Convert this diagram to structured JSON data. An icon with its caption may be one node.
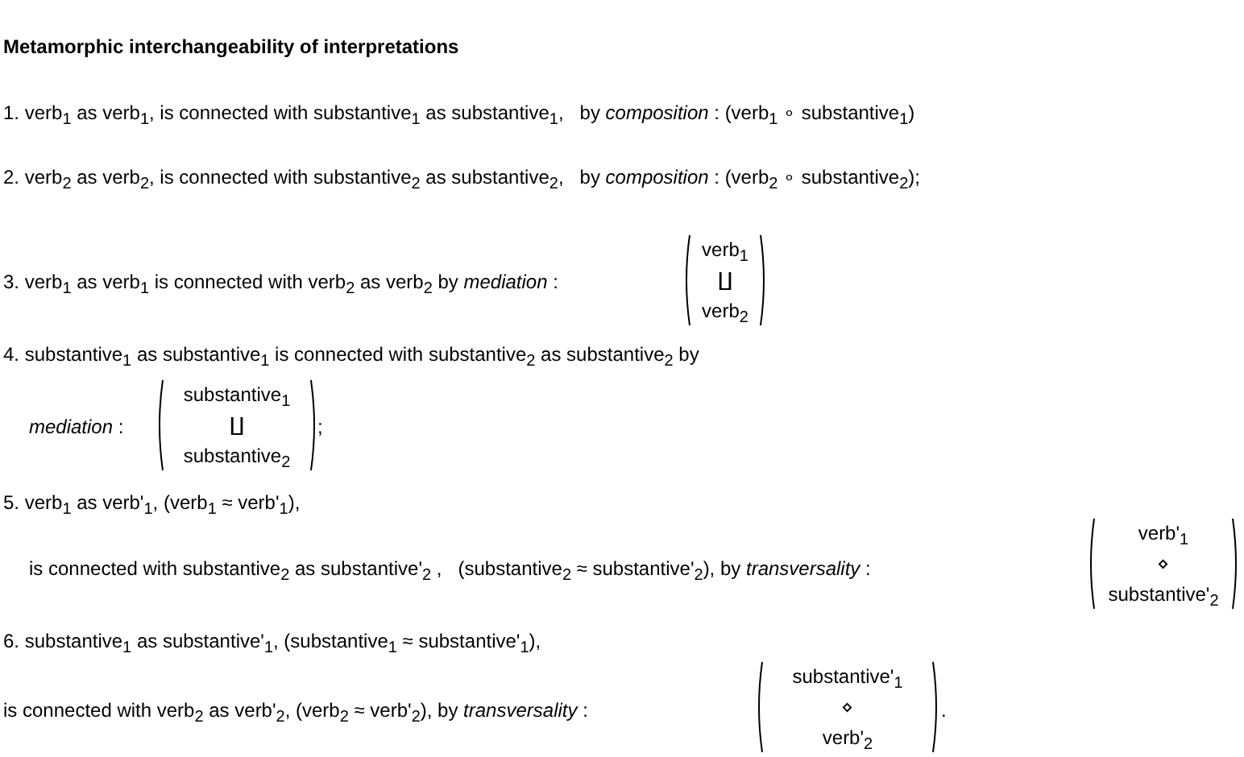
{
  "diagram": {
    "title": "Metamorphic interchangeability of interpretations",
    "labels": [
      "1. verb$_{1}$ as verb$_{1}$, is connected with substantive$_{1}$ as substantive$_{1}$,   by *composition* : (verb$_{1}$ ∘ substantive$_{1}$)",
      "2. verb$_{2}$ as verb$_{2}$, is connected with substantive$_{2}$ as substantive$_{2}$,   by *composition* : (verb$_{2}$ ∘ substantive$_{2}$);",
      "3. verb$_{1}$ as verb$_{1}$ is connected with verb$_{2}$ as verb$_{2}$ by *mediation* :",
      "verb$_{1}$",
      "∐",
      "verb$_{2}$",
      "4. substantive$_{1}$ as substantive$_{1}$ is connected with substantive$_{2}$ as substantive$_{2}$ by",
      "*mediation* :",
      "substantive$_{1}$",
      "∐",
      "substantive$_{2}$",
      ";",
      "5. verb$_{1}$ as verb'$_{1}$, (verb$_{1}$ ≈ verb'$_{1}$),",
      "is connected with substantive$_{2}$ as substantive'$_{2}$ ,   (substantive$_{2}$ ≈ substantive'$_{2}$), by *transversality* :",
      "verb'$_{1}$",
      "⋄",
      "substantive'$_{2}$",
      "6. substantive$_{1}$ as substantive'$_{1}$, (substantive$_{1}$ ≈ substantive'$_{1}$),",
      "is connected with verb$_{2}$ as verb'$_{2}$, (verb$_{2}$ ≈ verb'$_{2}$), by *transversality* :",
      "substantive'$_{1}$",
      "⋄",
      "verb'$_{2}$",
      "."
    ]
  }
}
